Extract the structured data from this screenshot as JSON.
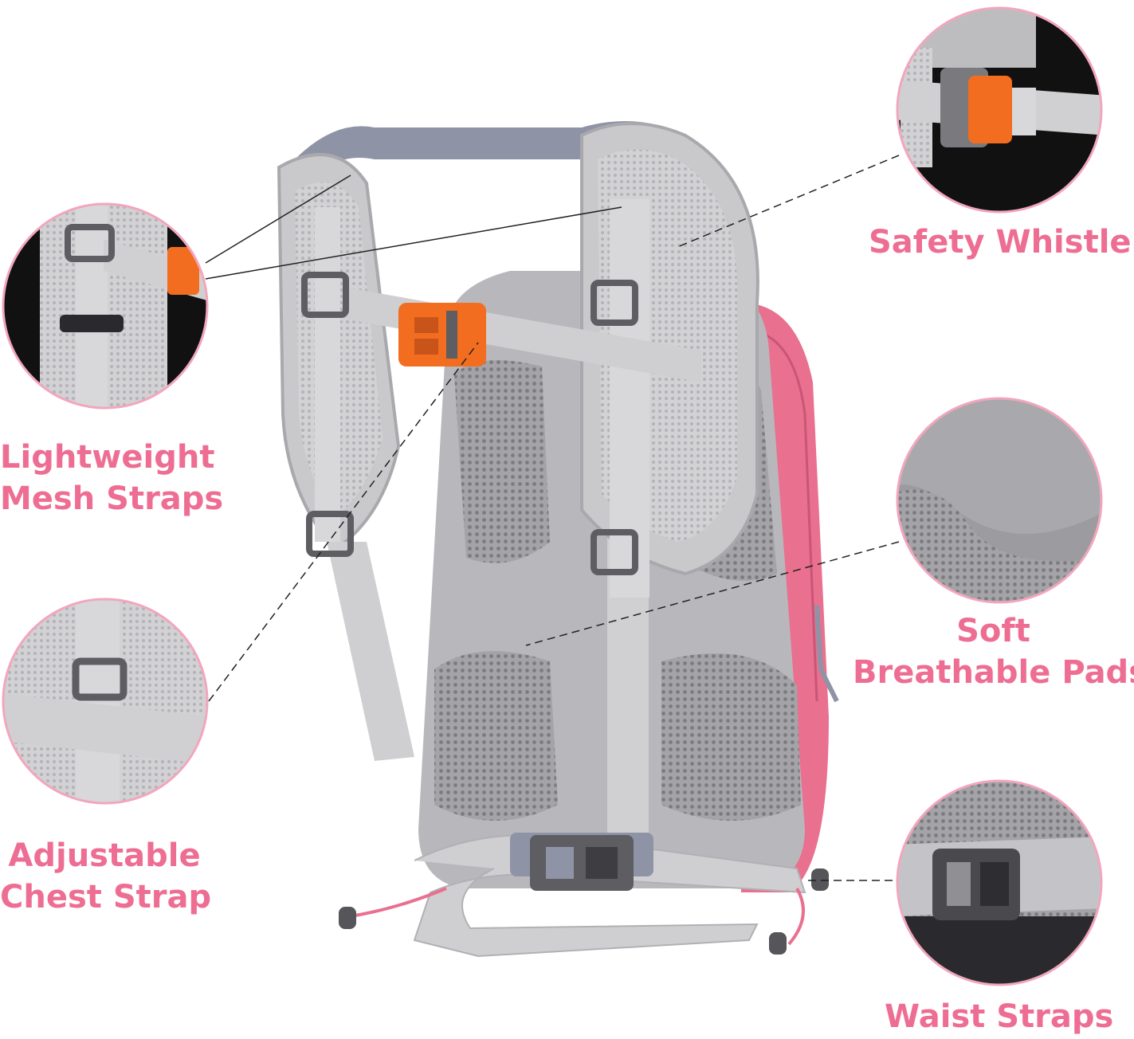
{
  "callouts": {
    "mesh_straps": {
      "line1": "Lightweight",
      "line2": "Mesh Straps"
    },
    "chest_strap": {
      "line1": "Adjustable",
      "line2": "Chest Strap"
    },
    "safety_whistle": {
      "line1": "Safety Whistle"
    },
    "breathable_pads": {
      "line1": "Soft",
      "line2": "Breathable Pads"
    },
    "waist_straps": {
      "line1": "Waist Straps"
    }
  },
  "colors": {
    "label_text": "#ee6e93",
    "circle_border": "#f2a6bc",
    "bag_pink": "#e9708f",
    "bag_grey": "#b8b8bc",
    "mesh_grey": "#9a9a9e",
    "buckle_orange": "#f26d1f",
    "buckle_dark": "#5d5d62"
  }
}
